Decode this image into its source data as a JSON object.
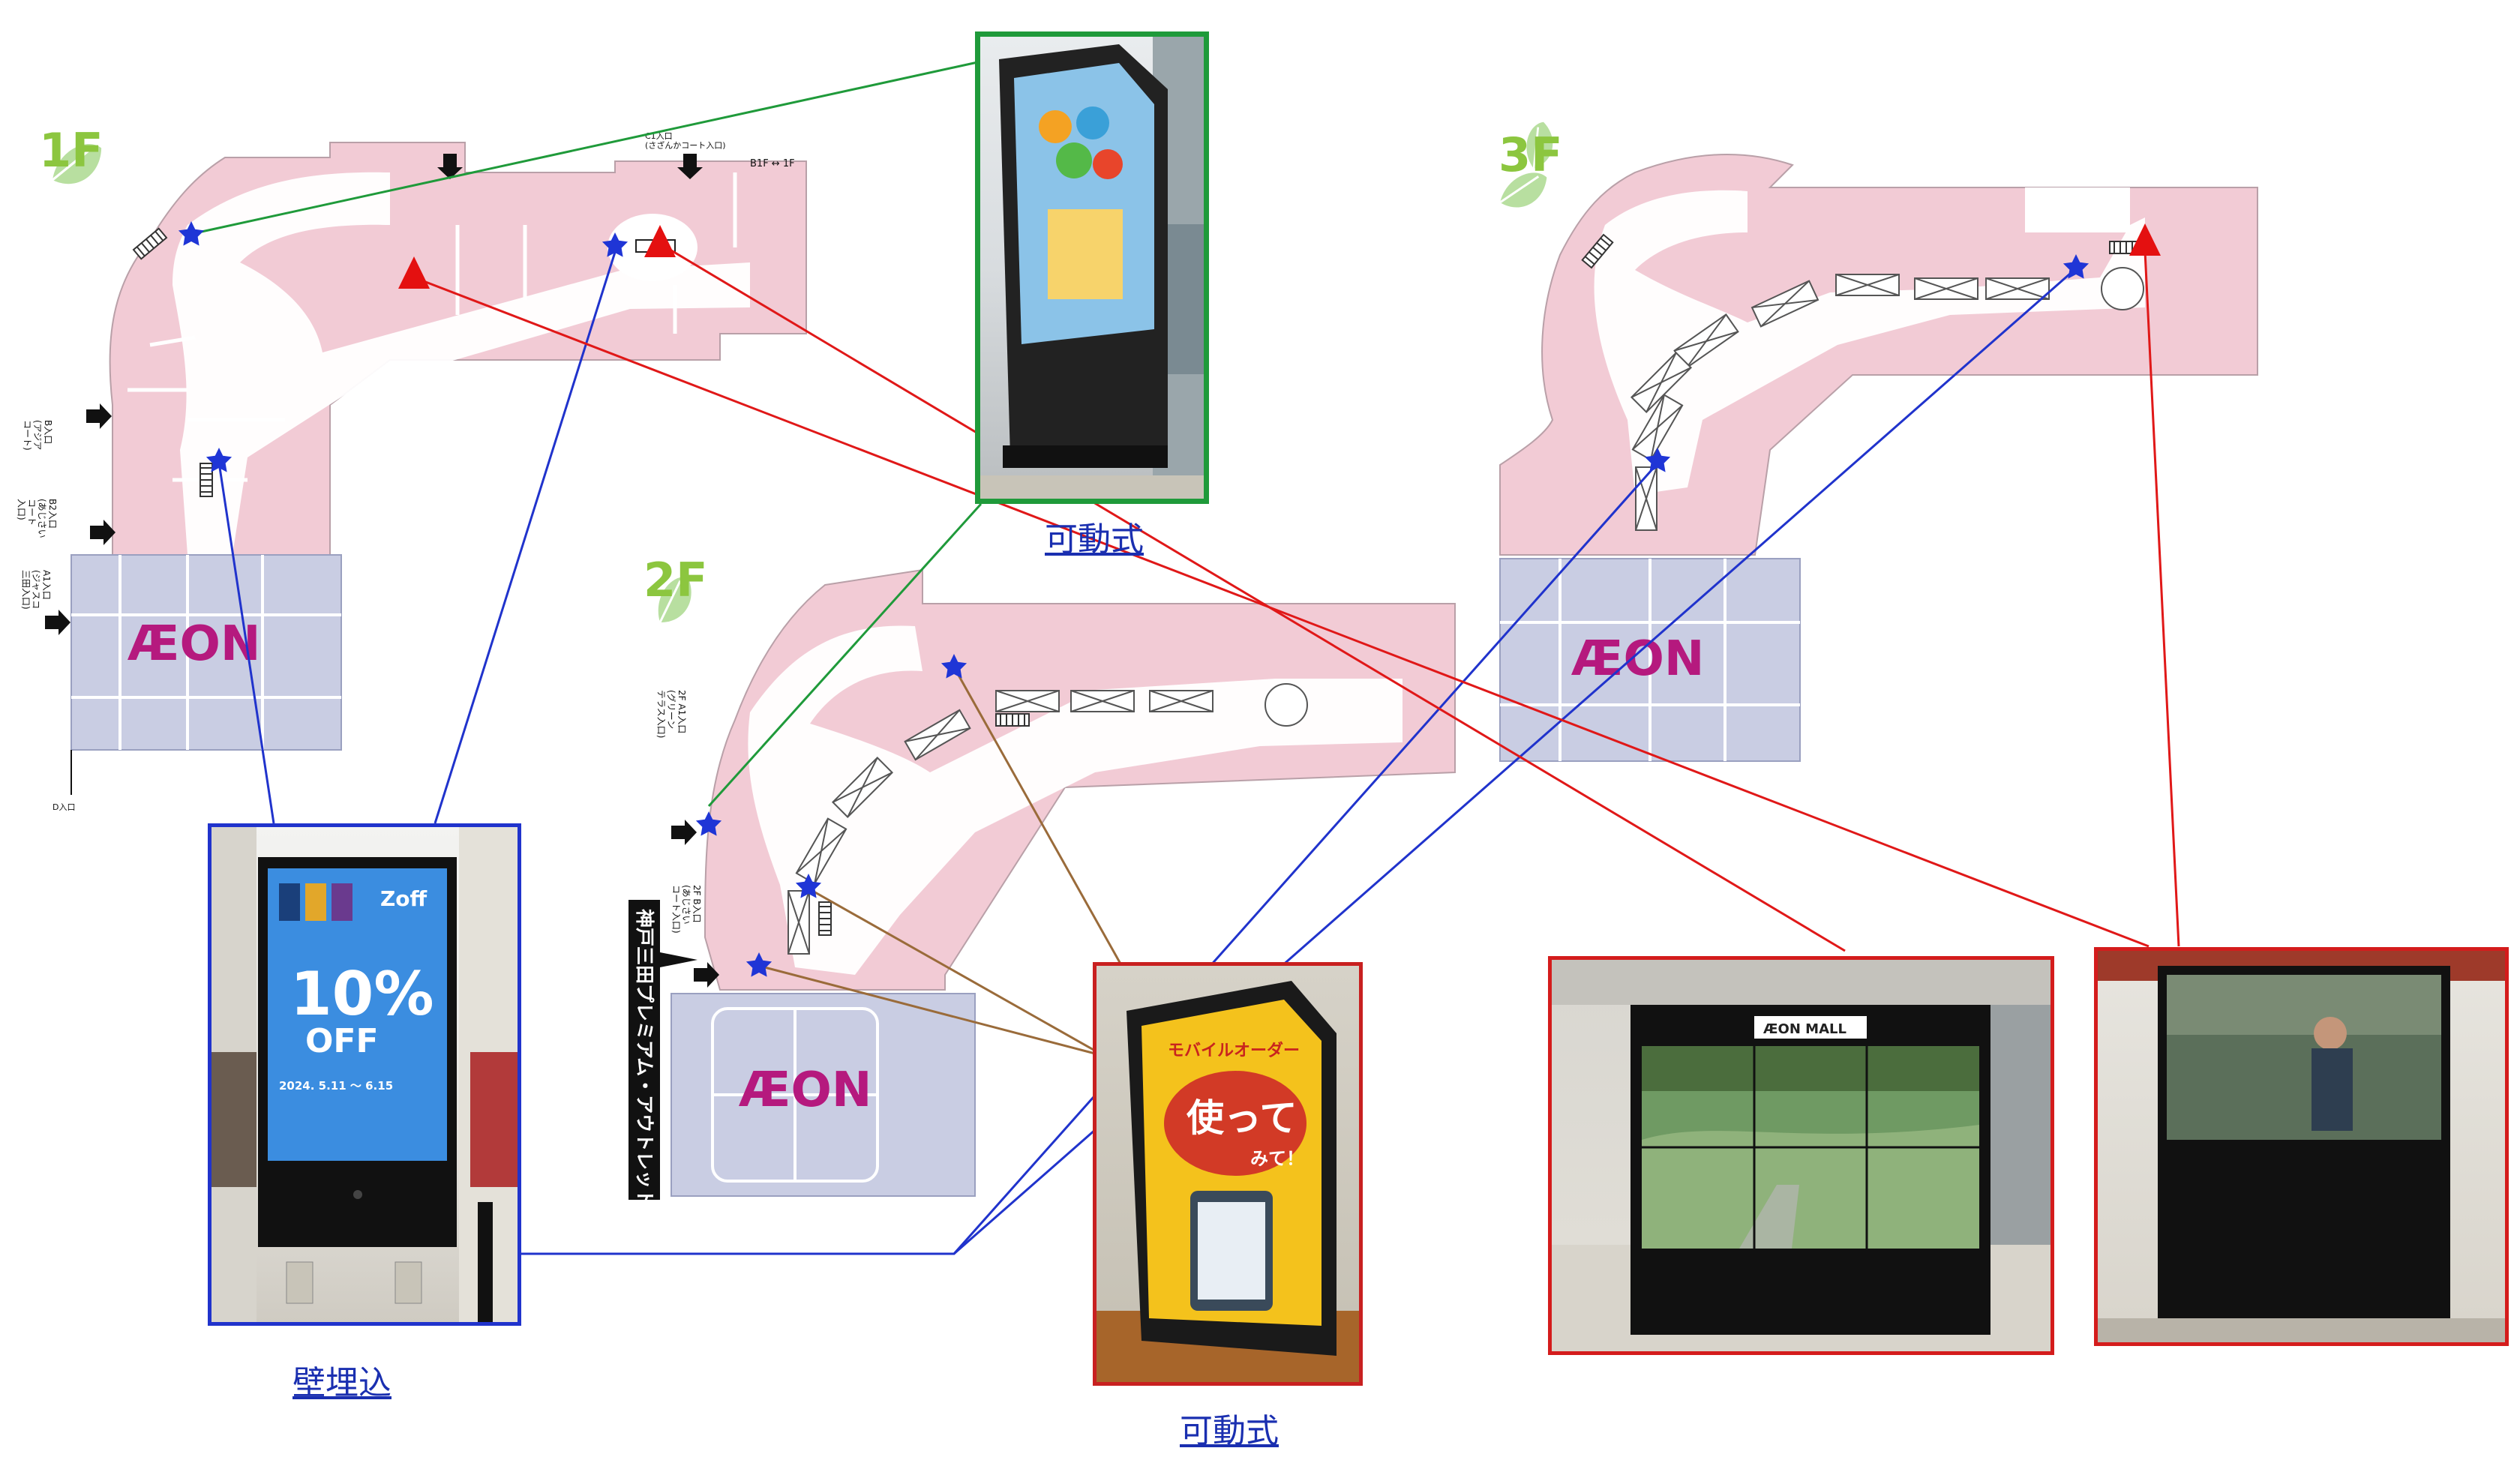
{
  "floors": {
    "f1": {
      "label": "1F"
    },
    "f2": {
      "label": "2F"
    },
    "f3": {
      "label": "3F"
    }
  },
  "brand": "ÆON",
  "brand_mall": "ÆON MALL",
  "entrances": {
    "b1f": "B1F ↔ 1F",
    "c1": "C1入口\n(さざんかコート入口)",
    "b": "B入口\n(アジア\nコート)",
    "b2": "B2入口\n(あじさい\nコート\n入口)",
    "a1": "A1入口\n(ジャスコ\n三田入口)",
    "d": "D入口",
    "f2_green": "2F A1入口\n(グリーン\nテラス入口)",
    "f2_side": "2F B入口\n(あじさい\nコート入口)",
    "outlet_link": "神戸三田プレミアム・アウトレット連絡通路"
  },
  "captions": {
    "wall": "壁埋込",
    "mobile_top": "可動式",
    "mobile_bottom": "可動式"
  },
  "signage_texts": {
    "zoff": "Zoff",
    "percent": "10%",
    "off": "OFF",
    "dates": "2024. 5.11 ～ 6.15",
    "mobile_order": "モバイルオーダー",
    "tsukatte": "使って",
    "mite": "みて！"
  },
  "colors": {
    "shop": "#f2cbd5",
    "aeon_block": "#c9cde3",
    "corridor": "#ffffff",
    "star": "#1f35d6",
    "triangle": "#e41010",
    "line_green": "#1f9a3a",
    "line_blue": "#2033cc",
    "line_red": "#e01818",
    "line_brown": "#9a6b3a",
    "aeon_text": "#b5197e",
    "floor_badge": "#8cc63f"
  },
  "legend_icons": {
    "star": "star-marker-icon",
    "triangle": "triangle-marker-icon"
  }
}
